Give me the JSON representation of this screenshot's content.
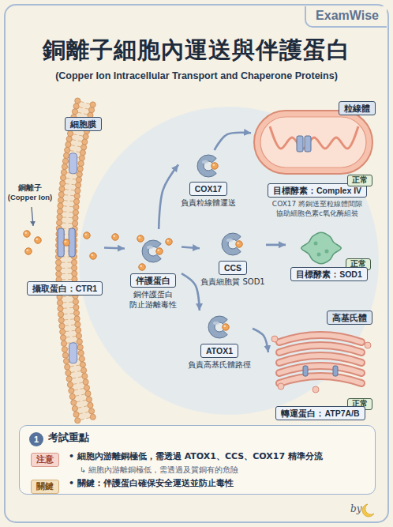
{
  "diagram": {
    "title": "銅離子細胞內運送與伴護蛋白",
    "nodes": [
      {
        "text": [
          "細胞膜"
        ]
      },
      {
        "text": [
          "攝取蛋白：CTR1"
        ]
      },
      {
        "text": [
          "伴護蛋白",
          "銅伴護蛋白 防止游離毒性"
        ]
      },
      {
        "text": [
          "COX17",
          "負責粒線體運送"
        ]
      },
      {
        "text": [
          "CCS",
          "負責細胞質 SOD1"
        ]
      },
      {
        "text": [
          "ATOX1",
          "負責高基氏體路徑"
        ]
      },
      {
        "text": [
          "粒線體"
        ]
      },
      {
        "text": [
          "目標酵素：Complex IV",
          "COX17 將銅送至粒線體間隙 協助細胞色素c氧化酶組裝"
        ]
      },
      {
        "text": [
          "正常"
        ]
      },
      {
        "text": [
          "正常"
        ]
      },
      {
        "text": [
          "目標酵素：SOD1"
        ]
      },
      {
        "text": [
          "高基氏體"
        ]
      },
      {
        "text": [
          "正常"
        ]
      },
      {
        "text": [
          "轉運蛋白：ATP7A/B"
        ]
      },
      {
        "text": [
          "考試重點",
          "• 細胞內游離銅極低，需透過 ATOX1、CCS、COX17 精準分流",
          "↳ 細胞內游離銅極低，需透過及質銅有的危險",
          "• 關鍵：伴護蛋白確保安全運送並防止毒性"
        ]
      },
      {
        "text": [
          "1"
        ],
        "in": 14
      },
      {
        "text": [
          "注意"
        ],
        "in": 14
      },
      {
        "text": [
          "關鍵"
        ],
        "in": 14
      }
    ],
    "edges": [
      {
        "from": 1,
        "to": 2,
        "arrow": "to"
      },
      {
        "from": 2,
        "to": 3,
        "arrow": "to"
      },
      {
        "from": 2,
        "to": 4,
        "arrow": "to"
      },
      {
        "from": 2,
        "to": 5,
        "arrow": "to"
      },
      {
        "from": 3,
        "to": 6,
        "arrow": "to"
      },
      {
        "from": 4,
        "to": 10,
        "arrow": "to"
      },
      {
        "from": 5,
        "to": 11,
        "arrow": "to"
      }
    ],
    "labels": [
      "ExamWise",
      "(Copper Ion Intracellular Transport and Chaperone Proteins)",
      "銅離子 (Copper Ion)",
      "by"
    ]
  }
}
